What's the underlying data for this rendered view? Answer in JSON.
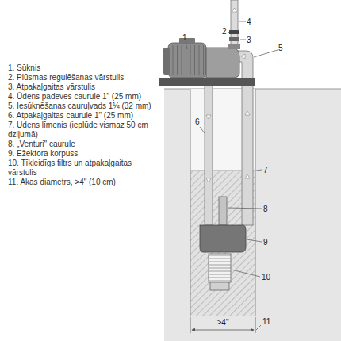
{
  "diagram": {
    "labels": [
      "1. Sūknis",
      "2. Plūsmas regulēšanas vārstulis",
      "3. Atpakaļgaitas vārstulis",
      "4. Ūdens padeves caurule 1\" (25 mm)",
      "5. Iesūknēšanas cauruļvads 1¼ (32 mm)",
      "6. Atpakaļgaitas caurule 1\" (25 mm)",
      "7. Ūdens līmenis (ieplūde vismaz 50 cm dziļumā)",
      "8. „Venturi\" caurule",
      "9. Ežektora korpuss",
      "10. Tīkleidīgs filtrs un atpakaļgaitas vārstulis",
      "11. Akas diametrs, >4\" (10 cm)",
      "1",
      "2",
      "3",
      "4",
      "5",
      "6",
      "7",
      "8",
      "9",
      "10",
      "11",
      ">4\""
    ]
  }
}
